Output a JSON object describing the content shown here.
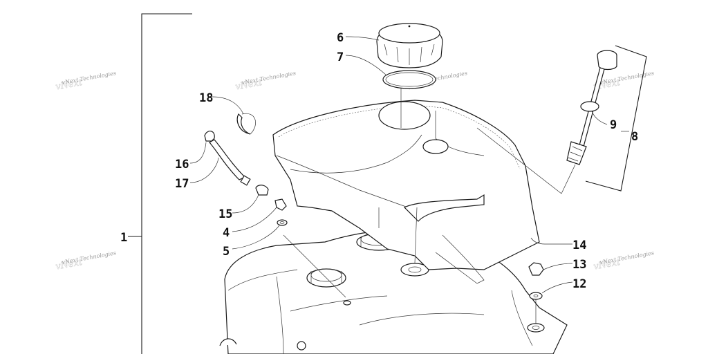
{
  "diagram": {
    "callouts": [
      {
        "id": "1",
        "label": "1"
      },
      {
        "id": "4",
        "label": "4"
      },
      {
        "id": "5",
        "label": "5"
      },
      {
        "id": "6",
        "label": "6"
      },
      {
        "id": "7",
        "label": "7"
      },
      {
        "id": "8",
        "label": "8"
      },
      {
        "id": "9",
        "label": "9"
      },
      {
        "id": "12",
        "label": "12"
      },
      {
        "id": "13",
        "label": "13"
      },
      {
        "id": "14",
        "label": "14"
      },
      {
        "id": "15",
        "label": "15"
      },
      {
        "id": "16",
        "label": "16"
      },
      {
        "id": "17",
        "label": "17"
      },
      {
        "id": "18",
        "label": "18"
      }
    ],
    "watermark": {
      "text": "vNext Technologies"
    }
  }
}
